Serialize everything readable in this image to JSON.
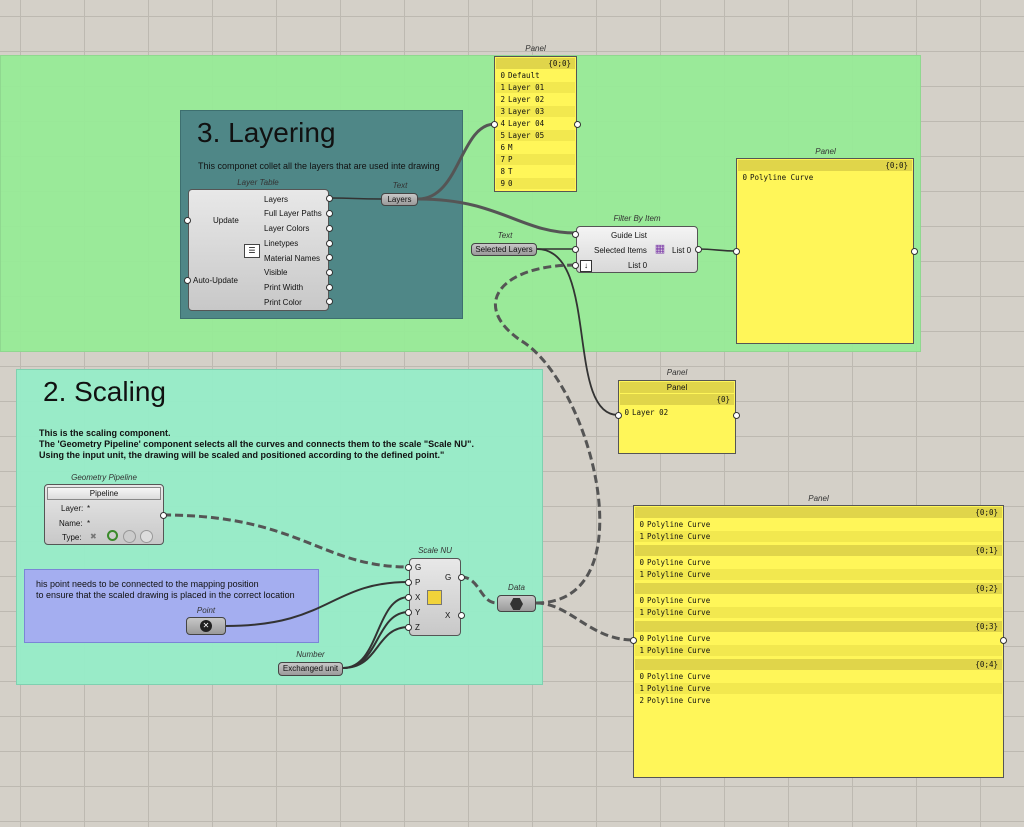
{
  "groups": {
    "layering": {
      "title": "3. Layering",
      "description": "This componet collet all the layers that are used inte drawing"
    },
    "scaling": {
      "title": "2. Scaling",
      "description_lines": [
        "This is the scaling component.",
        "The 'Geometry Pipeline' component selects all the curves and connects them to the scale  \"Scale NU\".",
        "Using the input unit, the drawing will be scaled and positioned according to the defined point.\""
      ]
    },
    "point_note": {
      "lines": [
        "his point needs to be connected to the mapping position",
        "to ensure that the scaled drawing is placed in the correct location"
      ]
    }
  },
  "components": {
    "layer_table": {
      "caption": "Layer Table",
      "inputs": [
        "Update",
        "Auto-Update"
      ],
      "outputs": [
        "Layers",
        "Full Layer Paths",
        "Layer Colors",
        "Linetypes",
        "Material Names",
        "Visible",
        "Print Width",
        "Print Color"
      ]
    },
    "text_layers": {
      "caption": "Text",
      "label": "Layers"
    },
    "text_selected": {
      "caption": "Text",
      "label": "Selected Layers"
    },
    "filter_by_item": {
      "caption": "Filter By Item",
      "inputs": [
        "Guide List",
        "Selected Items",
        "List 0"
      ],
      "output": "List 0"
    },
    "geometry_pipeline": {
      "caption": "Geometry Pipeline",
      "header": "Pipeline",
      "fields": [
        {
          "label": "Layer:",
          "value": "*"
        },
        {
          "label": "Name:",
          "value": "*"
        },
        {
          "label": "Type:",
          "value": ""
        }
      ]
    },
    "scale_nu": {
      "caption": "Scale NU",
      "inputs": [
        "G",
        "P",
        "X",
        "Y",
        "Z"
      ],
      "outputs": [
        "G",
        "X"
      ]
    },
    "point": {
      "caption": "Point"
    },
    "number": {
      "caption": "Number",
      "label": "Exchanged unit"
    },
    "data": {
      "caption": "Data"
    }
  },
  "panels": {
    "layers_panel": {
      "caption": "Panel",
      "path": "{0;0}",
      "items": [
        {
          "i": "0",
          "v": "Default"
        },
        {
          "i": "1",
          "v": "Layer 01"
        },
        {
          "i": "2",
          "v": "Layer 02"
        },
        {
          "i": "3",
          "v": "Layer 03"
        },
        {
          "i": "4",
          "v": "Layer 04"
        },
        {
          "i": "5",
          "v": "Layer 05"
        },
        {
          "i": "6",
          "v": "M"
        },
        {
          "i": "7",
          "v": "P"
        },
        {
          "i": "8",
          "v": "T"
        },
        {
          "i": "9",
          "v": "0"
        }
      ]
    },
    "filter_out_panel": {
      "caption": "Panel",
      "path": "{0;0}",
      "items": [
        {
          "i": "0",
          "v": "Polyline Curve"
        }
      ]
    },
    "selected_panel": {
      "caption": "Panel",
      "header": "Panel",
      "path": "{0}",
      "items": [
        {
          "i": "0",
          "v": "Layer 02"
        }
      ]
    },
    "curves_panel": {
      "caption": "Panel",
      "branches": [
        {
          "path": "{0;0}",
          "items": [
            {
              "i": "0",
              "v": "Polyline Curve"
            },
            {
              "i": "1",
              "v": "Polyline Curve"
            }
          ]
        },
        {
          "path": "{0;1}",
          "items": [
            {
              "i": "0",
              "v": "Polyline Curve"
            },
            {
              "i": "1",
              "v": "Polyline Curve"
            }
          ]
        },
        {
          "path": "{0;2}",
          "items": [
            {
              "i": "0",
              "v": "Polyline Curve"
            },
            {
              "i": "1",
              "v": "Polyline Curve"
            }
          ]
        },
        {
          "path": "{0;3}",
          "items": [
            {
              "i": "0",
              "v": "Polyline Curve"
            },
            {
              "i": "1",
              "v": "Polyline Curve"
            }
          ]
        },
        {
          "path": "{0;4}",
          "items": [
            {
              "i": "0",
              "v": "Polyline Curve"
            },
            {
              "i": "1",
              "v": "Polyline Curve"
            },
            {
              "i": "2",
              "v": "Polyline Curve"
            }
          ]
        }
      ]
    }
  },
  "colors": {
    "layering_group": "#96ec96",
    "layering_inner": "#4f8787",
    "scaling_group": "#96ecc8",
    "point_group": "#a4aef0",
    "panel_yellow": "#fff659",
    "wire": "#333333"
  }
}
